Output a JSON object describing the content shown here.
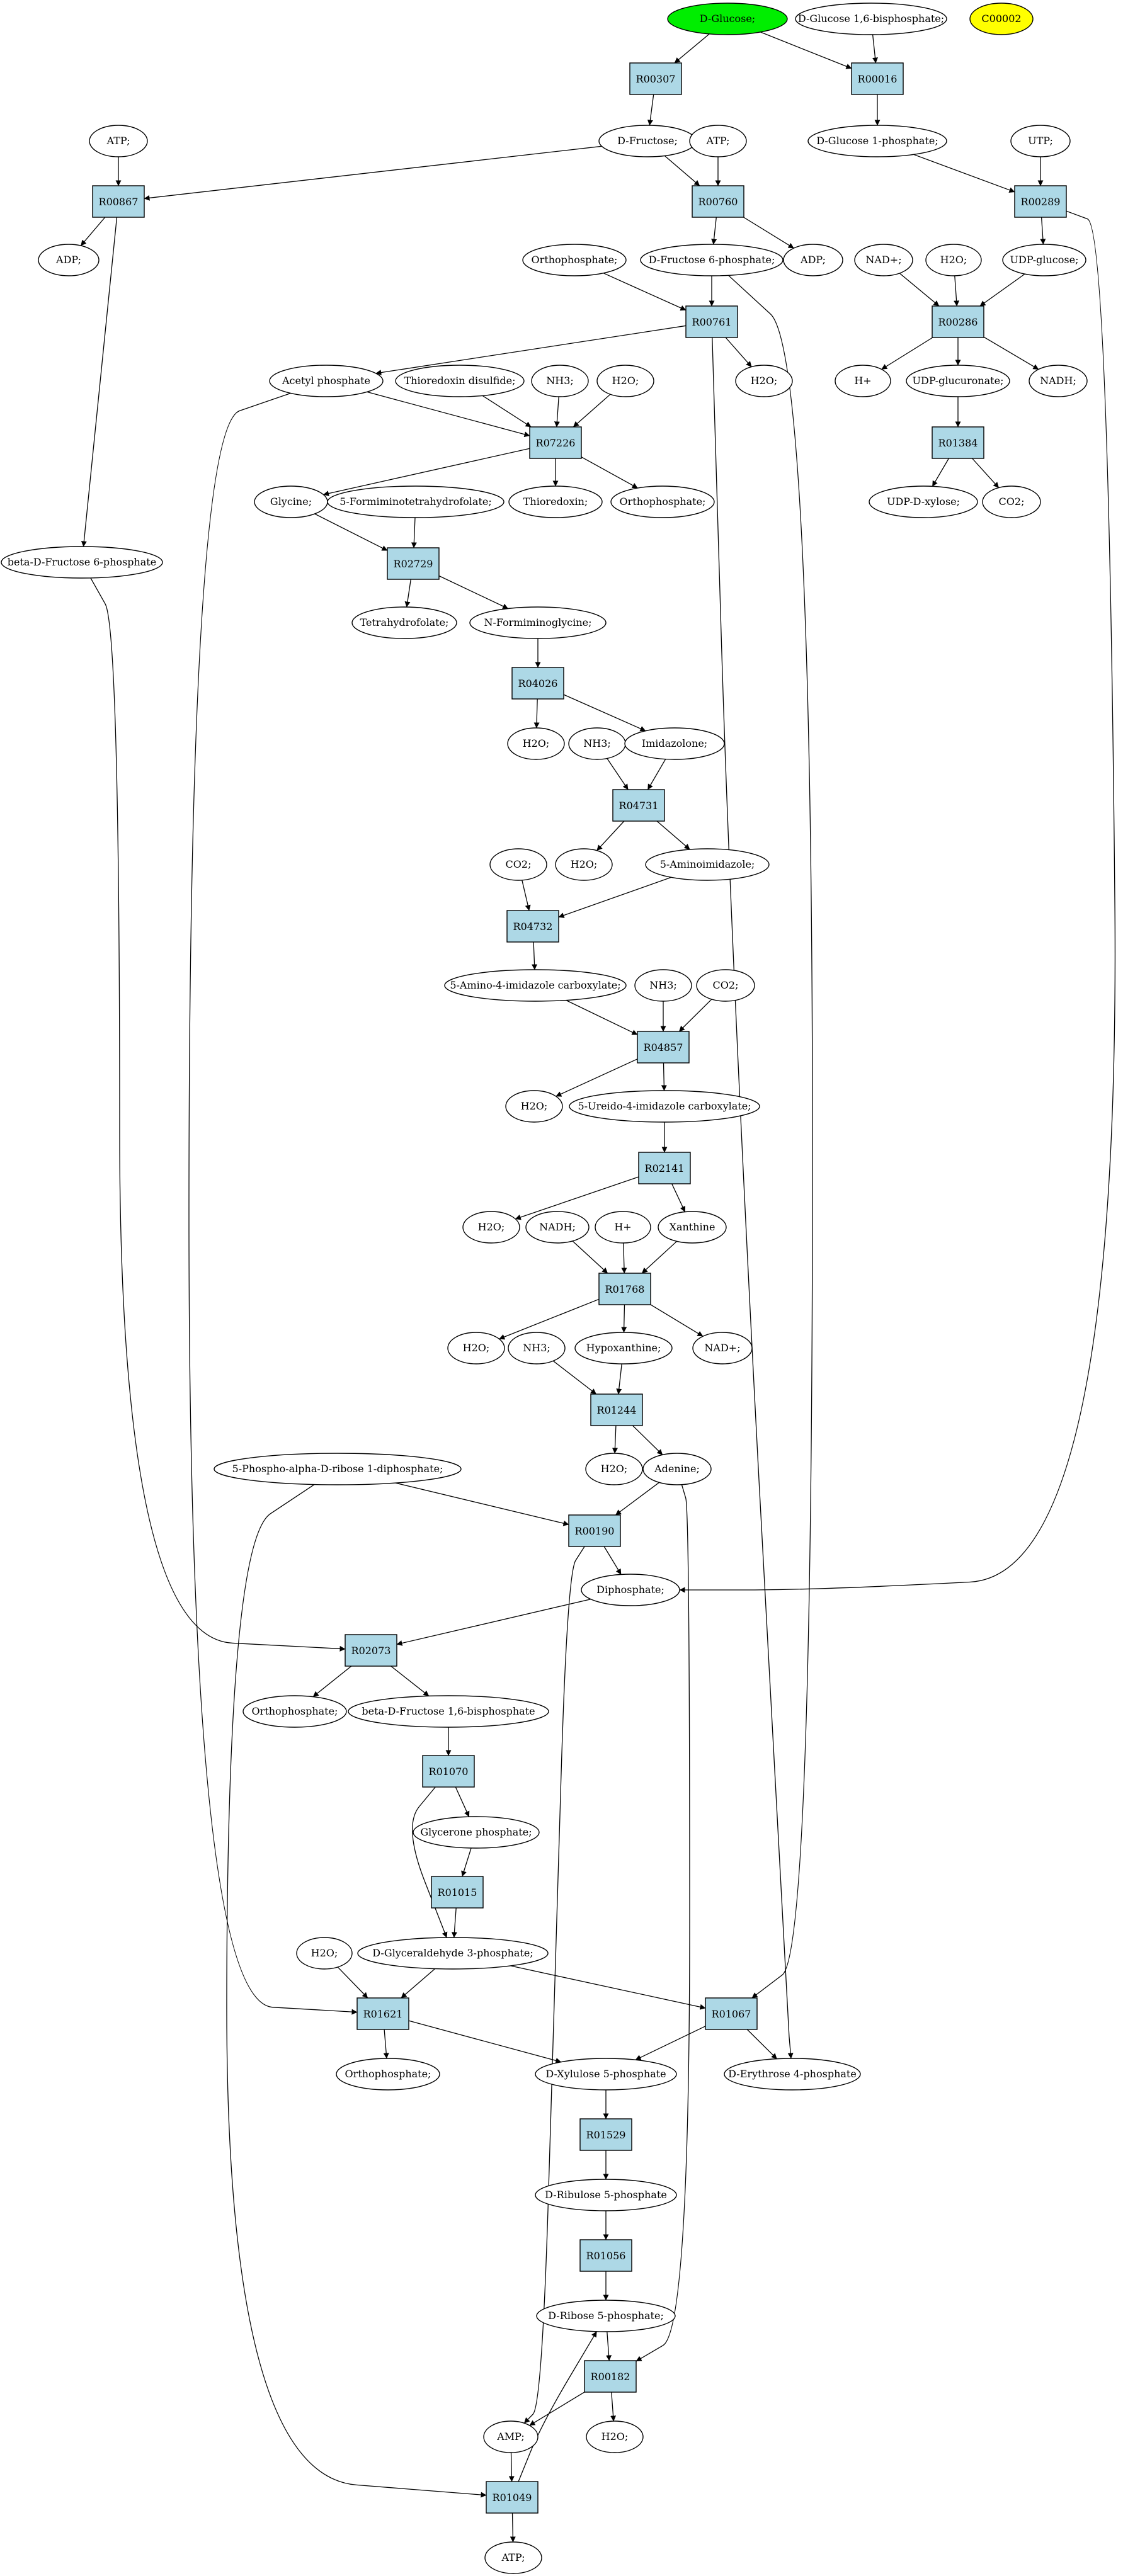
{
  "colors": {
    "start_node": "#00ee00",
    "legend_node": "#ffff00",
    "reaction": "#add8e6",
    "metabolite": "#ffffff"
  },
  "legend": {
    "label": "C00002"
  },
  "metabolites": {
    "dglucose": "D-Glucose;",
    "dg16bp": "D-Glucose 1,6-bisphosphate;",
    "atp1": "ATP;",
    "dfructose": "D-Fructose;",
    "atp2": "ATP;",
    "dg1p": "D-Glucose 1-phosphate;",
    "utp": "UTP;",
    "adp1": "ADP;",
    "orthophos1": "Orthophosphate;",
    "df6p": "D-Fructose 6-phosphate;",
    "adp2": "ADP;",
    "nad1": "NAD+;",
    "h2o_a": "H2O;",
    "udpglucose": "UDP-glucose;",
    "acetylp": "Acetyl phosphate",
    "thiodisulf": "Thioredoxin disulfide;",
    "nh3_a": "NH3;",
    "h2o_b": "H2O;",
    "h2o_c": "H2O;",
    "hplus1": "H+",
    "udpglucuronate": "UDP-glucuronate;",
    "nadh1": "NADH;",
    "glycine": "Glycine;",
    "formthf": "5-Formiminotetrahydrofolate;",
    "thioredoxin": "Thioredoxin;",
    "orthophos2": "Orthophosphate;",
    "udpxylose": "UDP-D-xylose;",
    "co2_a": "CO2;",
    "bdf6p": "beta-D-Fructose 6-phosphate",
    "thf": "Tetrahydrofolate;",
    "nformgly": "N-Formiminoglycine;",
    "h2o_d": "H2O;",
    "nh3_b": "NH3;",
    "imidazolone": "Imidazolone;",
    "h2o_e": "H2O;",
    "aminoimid": "5-Aminoimidazole;",
    "co2_b": "CO2;",
    "aminoimidcarb": "5-Amino-4-imidazole carboxylate;",
    "nh3_c": "NH3;",
    "co2_c": "CO2;",
    "h2o_f": "H2O;",
    "ureidoimidcarb": "5-Ureido-4-imidazole carboxylate;",
    "h2o_g": "H2O;",
    "nadh2": "NADH;",
    "hplus2": "H+",
    "xanthine": "Xanthine",
    "h2o_h": "H2O;",
    "nh3_d": "NH3;",
    "hypoxanthine": "Hypoxanthine;",
    "nad2": "NAD+;",
    "h2o_i": "H2O;",
    "adenine": "Adenine;",
    "prpp": "5-Phospho-alpha-D-ribose 1-diphosphate;",
    "diphosphate": "Diphosphate;",
    "orthophos3": "Orthophosphate;",
    "bdf16bp": "beta-D-Fructose 1,6-bisphosphate",
    "glycerone": "Glycerone phosphate;",
    "h2o_j": "H2O;",
    "g3p": "D-Glyceraldehyde 3-phosphate;",
    "orthophos4": "Orthophosphate;",
    "dxylulose": "D-Xylulose 5-phosphate",
    "derythrose": "D-Erythrose 4-phosphate",
    "dribulose": "D-Ribulose 5-phosphate",
    "dribose": "D-Ribose 5-phosphate;",
    "amp": "AMP;",
    "h2o_k": "H2O;",
    "atp3": "ATP;"
  },
  "reactions": {
    "r00307": "R00307",
    "r00016": "R00016",
    "r00867": "R00867",
    "r00760": "R00760",
    "r00289": "R00289",
    "r00761": "R00761",
    "r00286": "R00286",
    "r07226": "R07226",
    "r01384": "R01384",
    "r02729": "R02729",
    "r04026": "R04026",
    "r04731": "R04731",
    "r04732": "R04732",
    "r04857": "R04857",
    "r02141": "R02141",
    "r01768": "R01768",
    "r01244": "R01244",
    "r00190": "R00190",
    "r02073": "R02073",
    "r01070": "R01070",
    "r01015": "R01015",
    "r01621": "R01621",
    "r01067": "R01067",
    "r01529": "R01529",
    "r01056": "R01056",
    "r00182": "R00182",
    "r01049": "R01049"
  }
}
